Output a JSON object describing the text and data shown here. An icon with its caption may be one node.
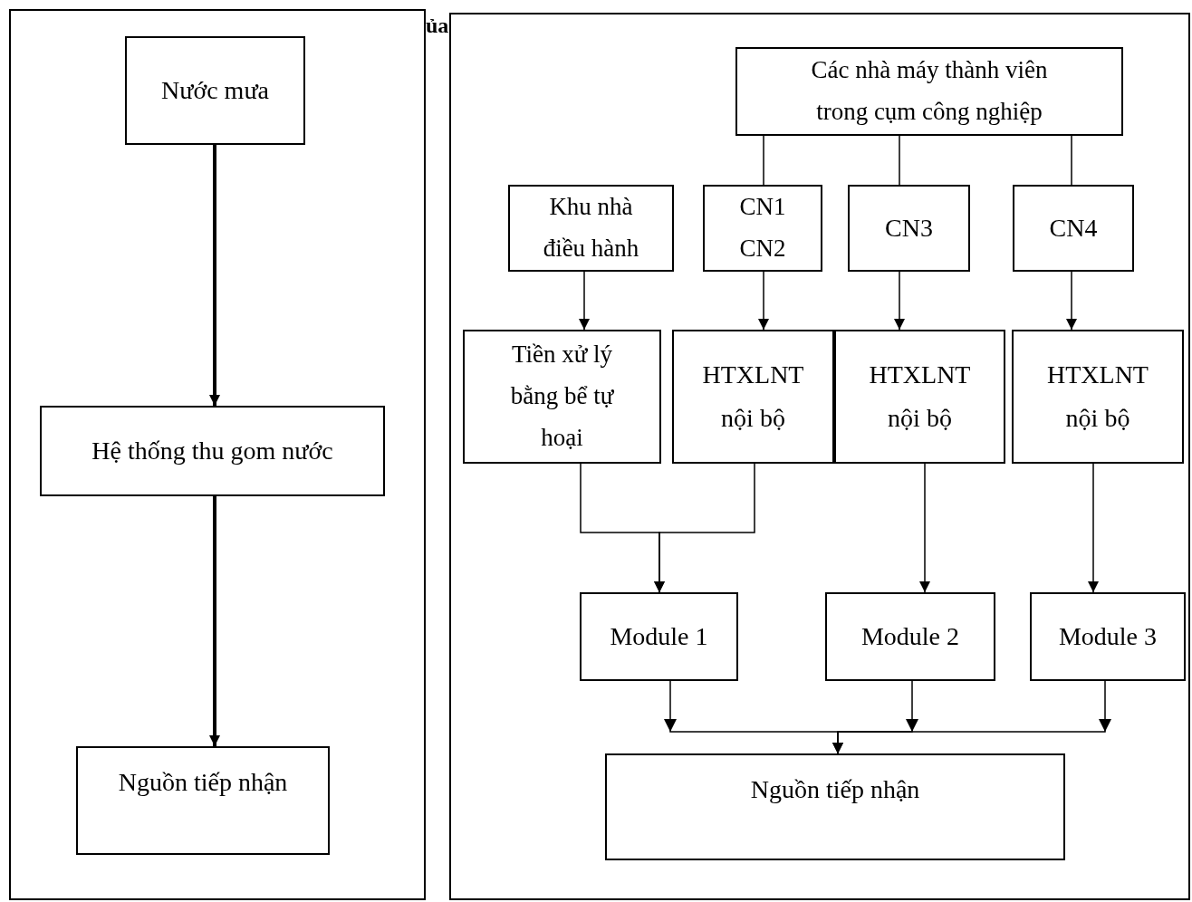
{
  "diagram": {
    "nodes": [
      {
        "text": [],
        "shape": "box"
      },
      {
        "text": [],
        "shape": "box"
      },
      {
        "text": [
          "Nước mưa"
        ],
        "in": 0
      },
      {
        "text": [
          "Hệ thống thu gom nước"
        ],
        "in": 0
      },
      {
        "text": [
          "Nguồn tiếp nhận"
        ],
        "in": 0
      },
      {
        "text": [
          "Các nhà máy thành viên trong cụm công nghiệp"
        ],
        "in": 1
      },
      {
        "text": [
          "Khu nhà điều hành"
        ],
        "in": 1
      },
      {
        "text": [
          "CN1 CN2"
        ],
        "in": 1
      },
      {
        "text": [
          "CN3"
        ],
        "in": 1
      },
      {
        "text": [
          "CN4"
        ],
        "in": 1
      },
      {
        "text": [
          "Tiền xử lý bằng bể tự hoại"
        ],
        "in": 1
      },
      {
        "text": [
          "HTXLNT nội bộ"
        ],
        "in": 1
      },
      {
        "text": [
          "HTXLNT nội bộ"
        ],
        "in": 1
      },
      {
        "text": [
          "HTXLNT nội bộ"
        ],
        "in": 1
      },
      {
        "text": [
          "Module 1"
        ],
        "in": 1
      },
      {
        "text": [
          "Module 2"
        ],
        "in": 1
      },
      {
        "text": [
          "Module 3"
        ],
        "in": 1
      },
      {
        "text": [
          "Nguồn tiếp nhận"
        ],
        "in": 1
      }
    ],
    "edges": [
      {
        "from": 2,
        "to": 3,
        "arrow": "to",
        "style": "thick"
      },
      {
        "from": 3,
        "to": 4,
        "arrow": "to",
        "style": "thick"
      },
      {
        "from": 5,
        "to": 7,
        "arrow": "none"
      },
      {
        "from": 5,
        "to": 8,
        "arrow": "none"
      },
      {
        "from": 5,
        "to": 9,
        "arrow": "none"
      },
      {
        "from": 6,
        "to": 10,
        "arrow": "to"
      },
      {
        "from": 7,
        "to": 11,
        "arrow": "to"
      },
      {
        "from": 8,
        "to": 12,
        "arrow": "to"
      },
      {
        "from": 9,
        "to": 13,
        "arrow": "to"
      },
      {
        "from": 10,
        "to": 14,
        "arrow": "to"
      },
      {
        "from": 11,
        "to": 14,
        "arrow": "to"
      },
      {
        "from": 12,
        "to": 15,
        "arrow": "to"
      },
      {
        "from": 13,
        "to": 16,
        "arrow": "to"
      },
      {
        "from": 14,
        "to": 17,
        "arrow": "to"
      },
      {
        "from": 15,
        "to": 17,
        "arrow": "to"
      },
      {
        "from": 16,
        "to": 17,
        "arrow": "to"
      }
    ],
    "labels": [
      "ủa"
    ]
  }
}
